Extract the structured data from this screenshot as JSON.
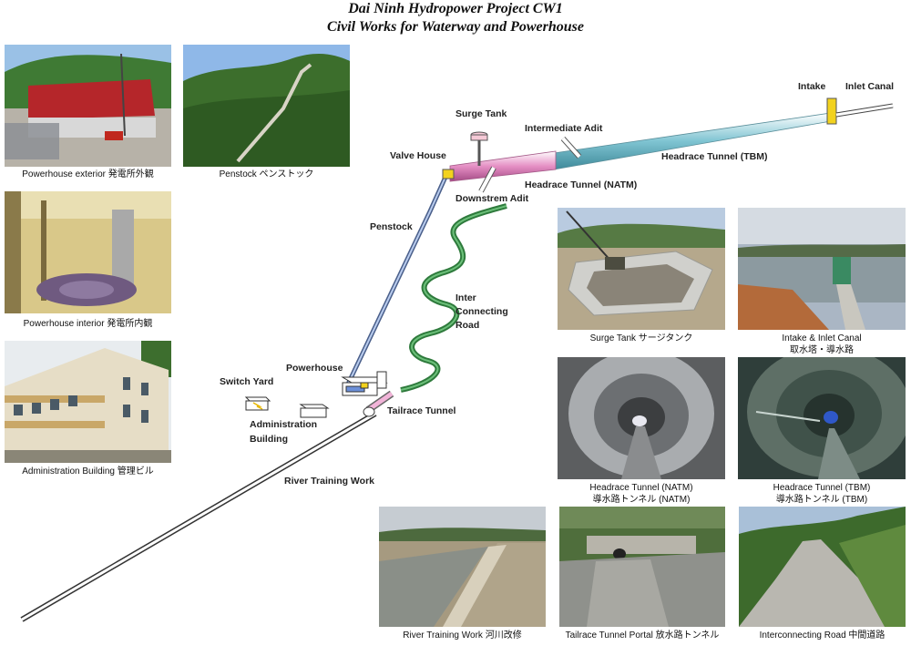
{
  "title": {
    "line1": "Dai Ninh Hydropower Project CW1",
    "line2": "Civil Works for Waterway and Powerhouse"
  },
  "diagram_labels": {
    "intake": "Intake",
    "inlet_canal": "Inlet Canal",
    "surge_tank": "Surge Tank",
    "intermediate_adit": "Intermediate Adit",
    "valve_house": "Valve House",
    "headrace_tbm": "Headrace Tunnel (TBM)",
    "headrace_natm": "Headrace Tunnel (NATM)",
    "downstream_adit": "Downstrem Adit",
    "penstock": "Penstock",
    "inter_road_1": "Inter",
    "inter_road_2": "Connecting",
    "inter_road_3": "Road",
    "powerhouse": "Powerhouse",
    "switch_yard": "Switch Yard",
    "admin_1": "Administration",
    "admin_2": "Building",
    "tailrace": "Tailrace Tunnel",
    "river_training": "River Training Work"
  },
  "photos": {
    "powerhouse_exterior": "Powerhouse exterior  発電所外観",
    "penstock": "Penstock  ペンストック",
    "powerhouse_interior": "Powerhouse interior  発電所内観",
    "admin_building": "Administration Building  管理ビル",
    "surge_tank": "Surge Tank  サージタンク",
    "intake_1": "Intake & Inlet Canal",
    "intake_2": "取水塔・導水路",
    "headrace_natm_1": "Headrace Tunnel (NATM)",
    "headrace_natm_2": "導水路トンネル (NATM)",
    "headrace_tbm_1": "Headrace Tunnel (TBM)",
    "headrace_tbm_2": "導水路トンネル (TBM)",
    "river_training": "River Training Work  河川改修",
    "tailrace_portal": "Tailrace Tunnel Portal  放水路トンネル",
    "interconnecting_road": "Interconnecting Road  中間道路"
  },
  "colors": {
    "headrace_tbm": "#7fc4d2",
    "headrace_natm": "#e58fc4",
    "penstock": "#7f9fd8",
    "valve_house": "#f2d21e",
    "road": "#3a9a4c",
    "intake": "#f2d21e"
  }
}
